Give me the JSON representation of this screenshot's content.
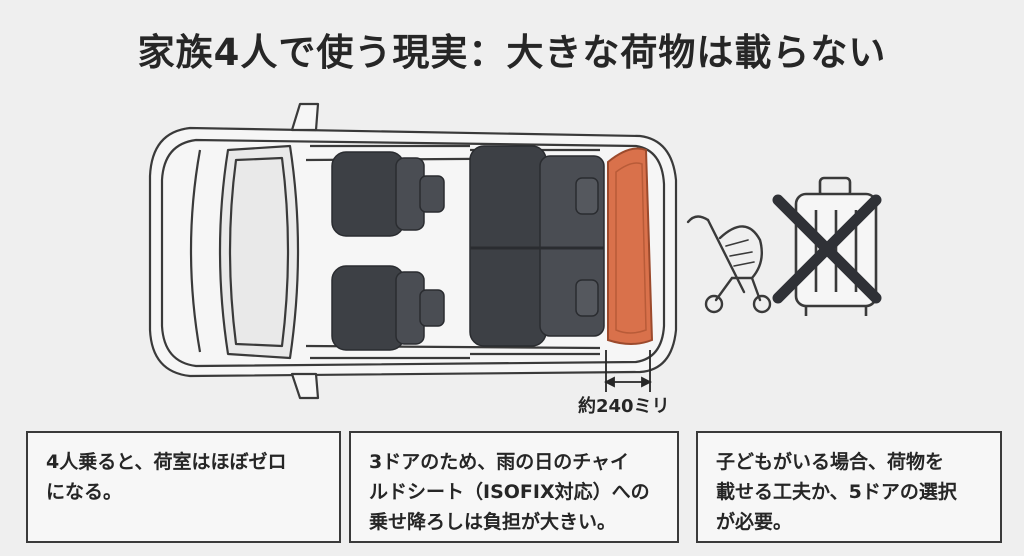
{
  "title": "家族4人で使う現実：大きな荷物は載らない",
  "dimension_label": "約240ミリ",
  "colors": {
    "background": "#efefef",
    "line": "#3a3a3a",
    "seat": "#3d4045",
    "cargo_accent": "#d9714b"
  },
  "icons": [
    "car-top-view-icon",
    "stroller-icon",
    "suitcase-icon",
    "cross-icon"
  ],
  "notes": [
    "4人乗ると、荷室はほぼゼロ\nになる。",
    "3ドアのため、雨の日のチャイ\nルドシート（ISOFIX対応）への\n乗せ降ろしは負担が大きい。",
    "子どもがいる場合、荷物を\n載せる工夫か、5ドアの選択\nが必要。"
  ]
}
